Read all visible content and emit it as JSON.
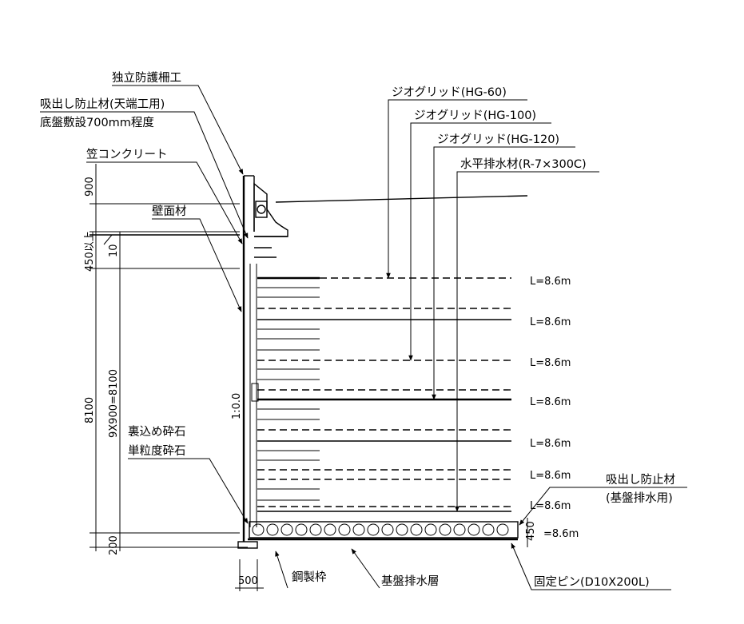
{
  "labels": {
    "fence": "独立防護柵工",
    "suction_top_1": "吸出し防止材(天端工用)",
    "suction_top_2": "底盤敷設700mm程度",
    "coping": "笠コンクリート",
    "wall": "壁面材",
    "backfill": "裏込め砕石",
    "single_grain": "単粒度砕石",
    "steel_frame": "鋼製枠",
    "base_drain": "基盤排水層",
    "pin": "固定ピン(D10X200L)",
    "suction_base_1": "吸出し防止材",
    "suction_base_2": "(基盤排水用)"
  },
  "geogrids": [
    "ジオグリッド(HG-60)",
    "ジオグリッド(HG-100)",
    "ジオグリッド(HG-120)",
    "水平排水材(R-7×300C)"
  ],
  "lengths": [
    "L=8.6m",
    "L=8.6m",
    "L=8.6m",
    "L=8.6m",
    "L=8.6m",
    "L=8.6m",
    "L=8.6m",
    "=8.6m"
  ],
  "dims": {
    "d900": "900",
    "d450up": "450以上",
    "d10": "10",
    "d8100": "8100",
    "d9x900": "9X900=8100",
    "d200": "200",
    "d500": "500",
    "d450": "450",
    "slope": "1:0.0"
  }
}
